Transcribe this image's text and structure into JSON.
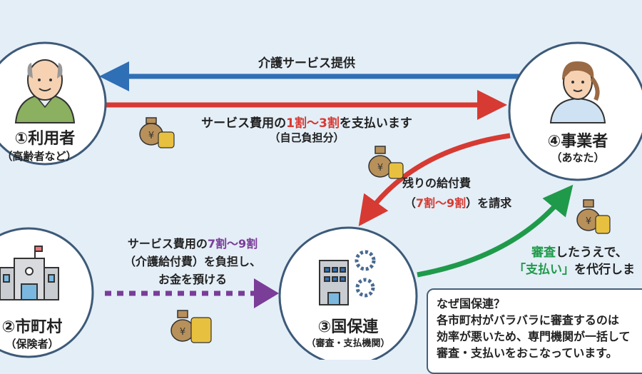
{
  "arrows": {
    "service": "介護サービス提供",
    "copay": {
      "pre": "サービス費用の",
      "highlight": "1割〜3割",
      "post": "を支払います",
      "sub": "（自己負担分）"
    },
    "claim": {
      "line1": "残りの給付費",
      "open": "（",
      "highlight": "7割〜9割",
      "close": "）を請求"
    },
    "deposit": {
      "pre": "サービス費用の",
      "highlight": "7割〜9割",
      "line2": "（介護給付費）を負担し、",
      "line3": "お金を預ける"
    },
    "payment": {
      "hl1": "審査",
      "line1": "したうえで、",
      "hl2": "「支払い」",
      "line2": "を代行しま"
    }
  },
  "nodes": {
    "user": {
      "label": "①利用者",
      "sub": "（高齢者など）"
    },
    "provider": {
      "label": "④事業者",
      "sub": "（あなた）"
    },
    "municipality": {
      "label": "②市町村",
      "sub": "（保険者）"
    },
    "kokuhoren": {
      "label": "③国保連",
      "sub": "（審査・支払機関）"
    }
  },
  "info": {
    "title": "なぜ国保連？",
    "lines": [
      "各市町村がバラバラに審査するのは",
      "効率が悪いため、専門機関が一括して",
      "審査・支払いをおこなっています。"
    ]
  },
  "colors": {
    "blue": "#2f6fb5",
    "red": "#d63a32",
    "green": "#1f9a4a",
    "purple": "#7a3d98",
    "circle_border": "#3d5a78"
  }
}
